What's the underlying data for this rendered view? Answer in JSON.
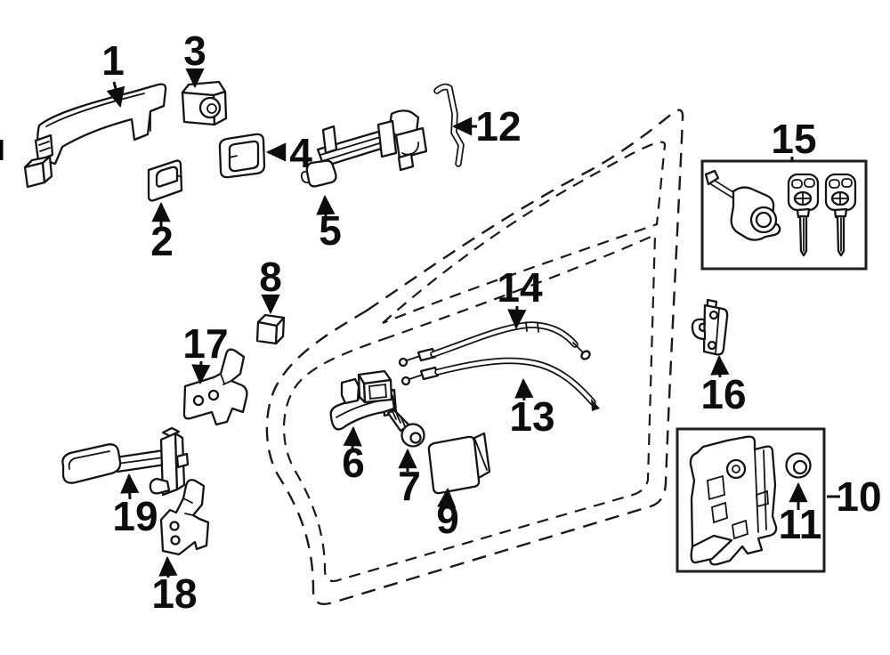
{
  "page": {
    "background_color": "#ffffff",
    "line_color": "#141414"
  },
  "diagram": {
    "type": "exploded-parts-diagram",
    "subject": "front door lock and hardware components with dashed door outline",
    "kit_boxes": [
      {
        "for_label": "15",
        "contents": "door lock cylinder with two keys"
      },
      {
        "for_label": "10",
        "contents": "door lock actuator with grommet"
      }
    ],
    "parts": [
      {
        "label": "1",
        "name": "outside-door-handle"
      },
      {
        "label": "2",
        "name": "handle-pad"
      },
      {
        "label": "3",
        "name": "lock-cylinder-cap"
      },
      {
        "label": "4",
        "name": "handle-bezel"
      },
      {
        "label": "5",
        "name": "handle-frame"
      },
      {
        "label": "6",
        "name": "inside-door-handle"
      },
      {
        "label": "7",
        "name": "screw"
      },
      {
        "label": "8",
        "name": "cushion-clip"
      },
      {
        "label": "9",
        "name": "access-cover"
      },
      {
        "label": "10",
        "name": "door-lock-actuator-kit"
      },
      {
        "label": "11",
        "name": "grommet"
      },
      {
        "label": "12",
        "name": "lock-rod"
      },
      {
        "label": "13",
        "name": "lock-cable"
      },
      {
        "label": "14",
        "name": "release-cable"
      },
      {
        "label": "15",
        "name": "lock-cylinder-key-kit"
      },
      {
        "label": "16",
        "name": "door-striker"
      },
      {
        "label": "17",
        "name": "upper-door-hinge"
      },
      {
        "label": "18",
        "name": "lower-door-hinge"
      },
      {
        "label": "19",
        "name": "door-check"
      }
    ]
  }
}
